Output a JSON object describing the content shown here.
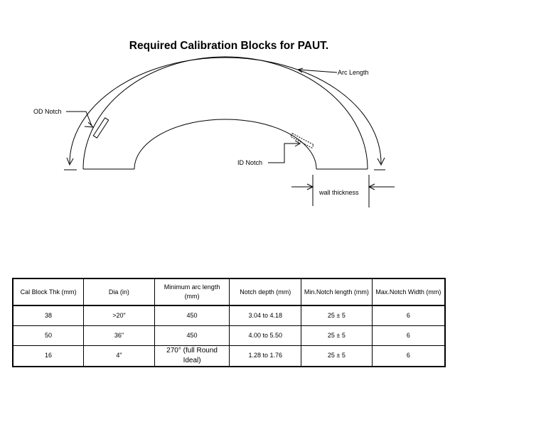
{
  "title": "Required Calibration Blocks for PAUT.",
  "diagram": {
    "labels": {
      "arc_length": "Arc Length",
      "od_notch": "OD Notch",
      "id_notch": "ID Notch",
      "wall_thickness": "wall thickness"
    }
  },
  "table": {
    "headers": [
      "Cal Block Thk (mm)",
      "Dia (in)",
      "Minimum arc length (mm)",
      "Notch depth (mm)",
      "Min.Notch length (mm)",
      "Max.Notch Width (mm)"
    ],
    "rows": [
      [
        "38",
        ">20\"",
        "450",
        "3.04 to 4.18",
        "25 ± 5",
        "6"
      ],
      [
        "50",
        "36\"",
        "450",
        "4.00 to 5.50",
        "25 ± 5",
        "6"
      ],
      [
        "16",
        "4\"",
        "270°  (full Round Ideal)",
        "1.28 to 1.76",
        "25 ± 5",
        "6"
      ]
    ]
  }
}
